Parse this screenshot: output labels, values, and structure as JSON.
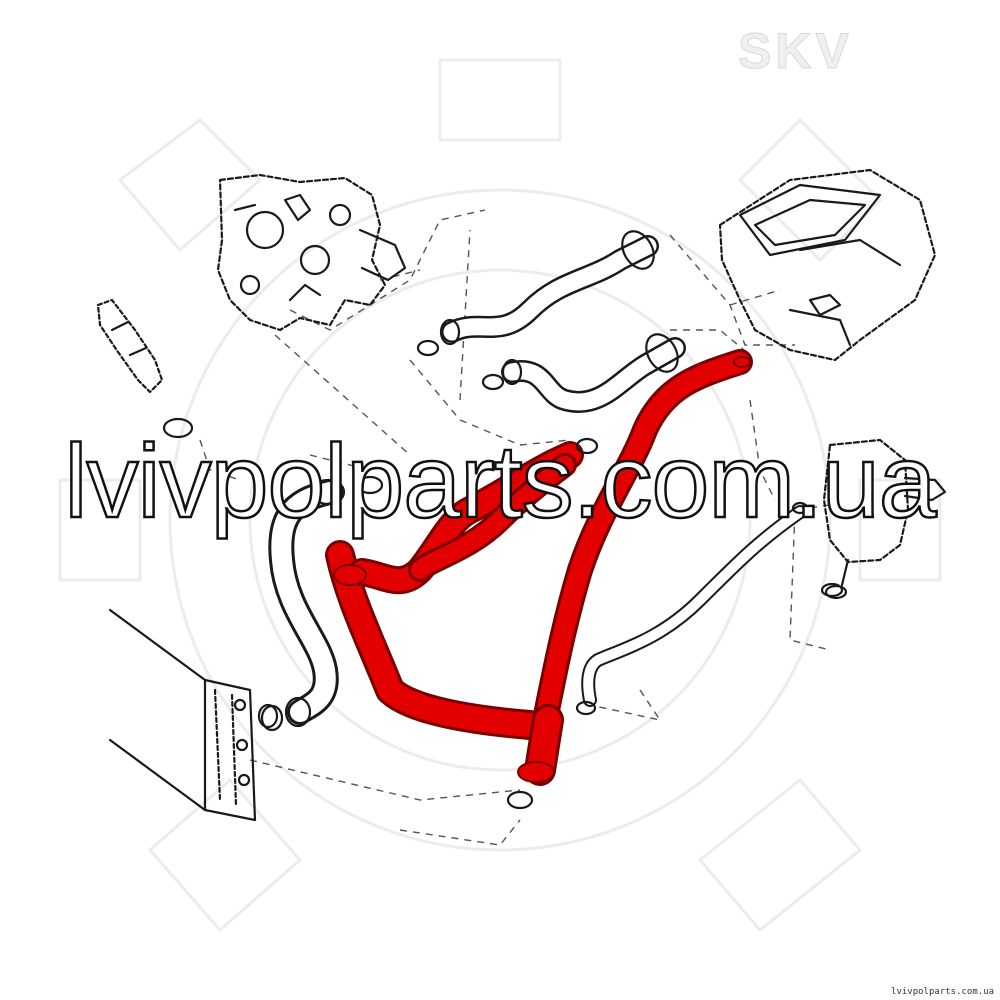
{
  "watermark": {
    "text": "lvivpolparts.com.ua",
    "brand": "SKV",
    "footer_url": "lvivpolparts.com.ua"
  },
  "parts": [
    {
      "id": "engine-block",
      "highlighted": false
    },
    {
      "id": "heater-box",
      "highlighted": false
    },
    {
      "id": "thermostat-housing",
      "highlighted": false
    },
    {
      "id": "expansion-tank",
      "highlighted": false
    },
    {
      "id": "radiator",
      "highlighted": false
    },
    {
      "id": "upper-heater-hose",
      "highlighted": false
    },
    {
      "id": "lower-heater-hose",
      "highlighted": false
    },
    {
      "id": "radiator-hose",
      "highlighted": false
    },
    {
      "id": "tank-hose",
      "highlighted": false
    },
    {
      "id": "y-coolant-hose",
      "highlighted": true
    }
  ],
  "colors": {
    "highlight": "#e30000",
    "line": "#1a1a1a",
    "background": "#ffffff"
  }
}
